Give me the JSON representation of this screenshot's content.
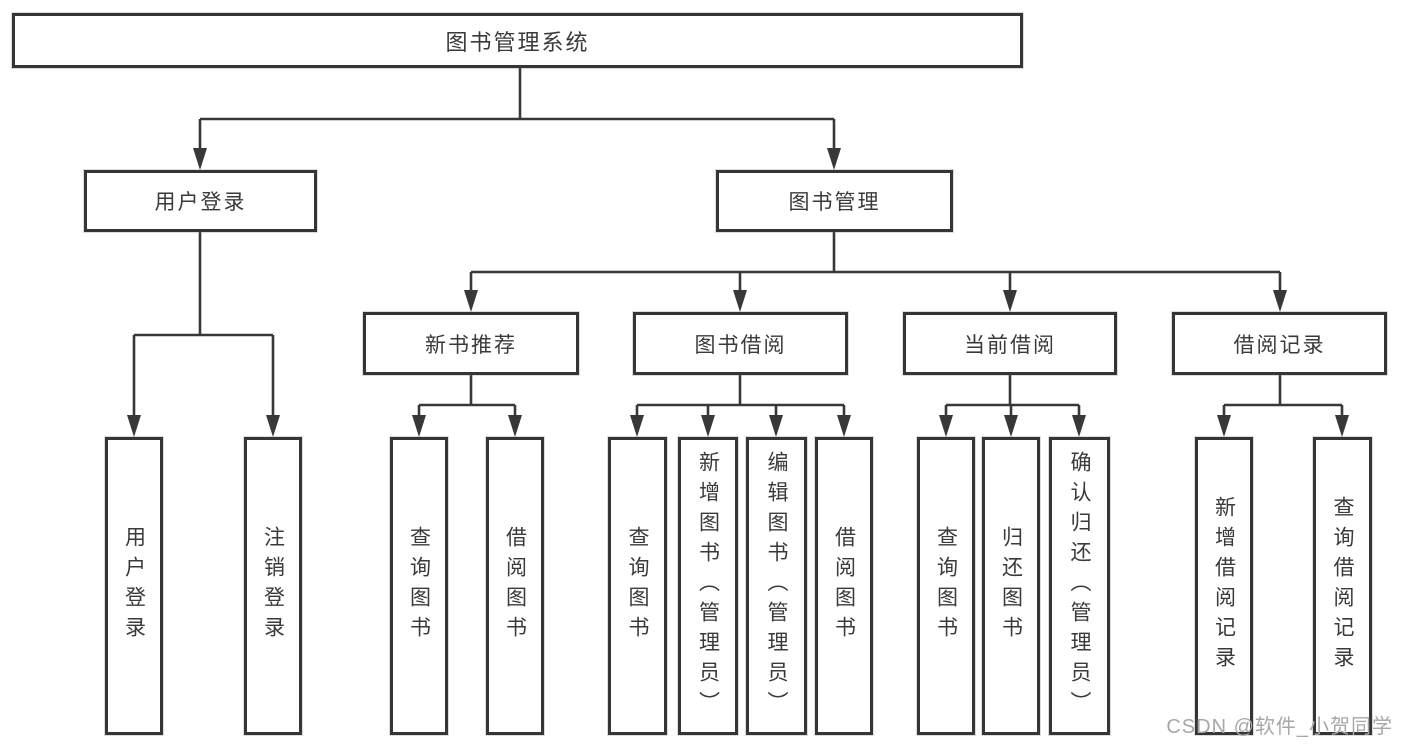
{
  "tree": {
    "label": "图书管理系统",
    "children": [
      {
        "label": "用户登录",
        "children": [
          {
            "label": "用户登录"
          },
          {
            "label": "注销登录"
          }
        ]
      },
      {
        "label": "图书管理",
        "children": [
          {
            "label": "新书推荐",
            "children": [
              {
                "label": "查询图书"
              },
              {
                "label": "借阅图书"
              }
            ]
          },
          {
            "label": "图书借阅",
            "children": [
              {
                "label": "查询图书"
              },
              {
                "label": "新增图书（管理员）"
              },
              {
                "label": "编辑图书（管理员）"
              },
              {
                "label": "借阅图书"
              }
            ]
          },
          {
            "label": "当前借阅",
            "children": [
              {
                "label": "查询图书"
              },
              {
                "label": "归还图书"
              },
              {
                "label": "确认归还（管理员）"
              }
            ]
          },
          {
            "label": "借阅记录",
            "children": [
              {
                "label": "新增借阅记录"
              },
              {
                "label": "查询借阅记录"
              }
            ]
          }
        ]
      }
    ]
  },
  "watermark": "CSDN @软件_小贺同学",
  "colors": {
    "line": "#383838",
    "box_border": "#353535",
    "box_fill": "#ffffff",
    "text": "#3a3a3a",
    "watermark": "#a7a7a7"
  }
}
